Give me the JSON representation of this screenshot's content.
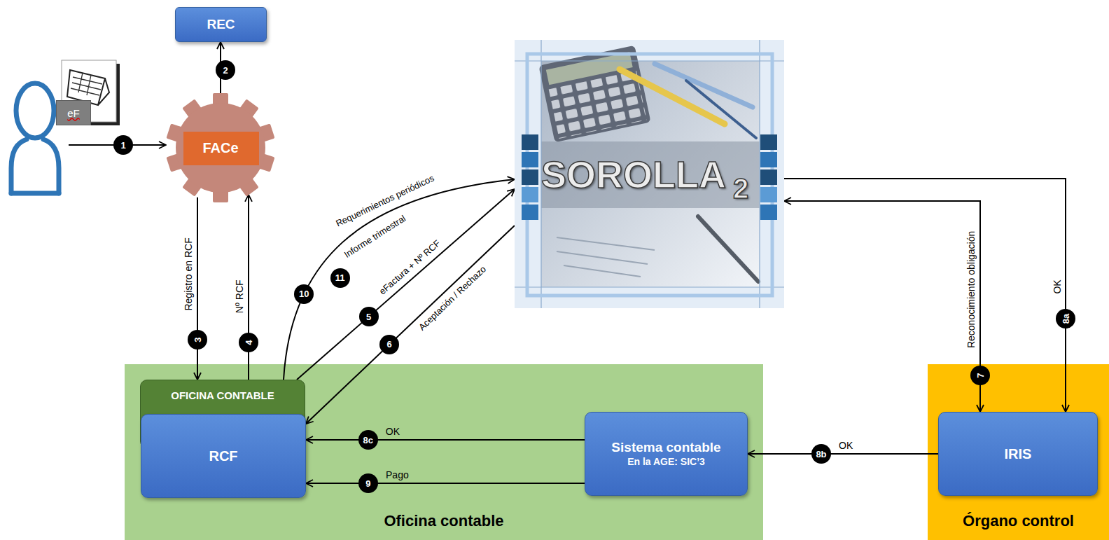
{
  "diagram": {
    "nodes": [
      {
        "text": [
          "REC"
        ]
      },
      {
        "text": [
          "FACe"
        ]
      },
      {
        "text": [
          "SOROLLA",
          "2"
        ]
      },
      {
        "text": [
          "Oficina contable"
        ]
      },
      {
        "text": [
          "OFICINA CONTABLE"
        ],
        "in": 3
      },
      {
        "text": [
          "RCF"
        ],
        "in": 4
      },
      {
        "text": [
          "Sistema contable",
          "En la AGE: SIC’3"
        ],
        "in": 3
      },
      {
        "text": [
          "Órgano control"
        ]
      },
      {
        "text": [
          "IRIS"
        ],
        "in": 7
      }
    ],
    "edges": [
      {
        "from": 1,
        "to": 0,
        "arrow": "to"
      },
      {
        "from": 1,
        "to": 4,
        "label": "Registro en RCF",
        "arrow": "to"
      },
      {
        "from": 4,
        "to": 1,
        "label": "Nº RCF",
        "arrow": "to"
      },
      {
        "from": 4,
        "to": 2,
        "label": "Requerimientos periódicos",
        "arrow": "to"
      },
      {
        "from": 4,
        "to": 2,
        "label": "eFactura + Nº RCF",
        "arrow": "to"
      },
      {
        "from": 2,
        "to": 5,
        "label": "Aceptación / Rechazo",
        "arrow": "to"
      },
      {
        "from": 8,
        "to": 2,
        "label": "Reconocimiento obligación",
        "arrow": "both"
      },
      {
        "from": 2,
        "to": 8,
        "label": "OK",
        "arrow": "to"
      },
      {
        "from": 8,
        "to": 6,
        "label": "OK",
        "arrow": "to"
      },
      {
        "from": 6,
        "to": 5,
        "label": "OK",
        "arrow": "to"
      },
      {
        "from": 6,
        "to": 5,
        "label": "Pago",
        "arrow": "to"
      }
    ],
    "labels": [
      "eF",
      "1",
      "2",
      "3",
      "4",
      "5",
      "6",
      "7",
      "8a",
      "8b",
      "8c",
      "9",
      "10",
      "11",
      "Informe trimestral"
    ]
  }
}
